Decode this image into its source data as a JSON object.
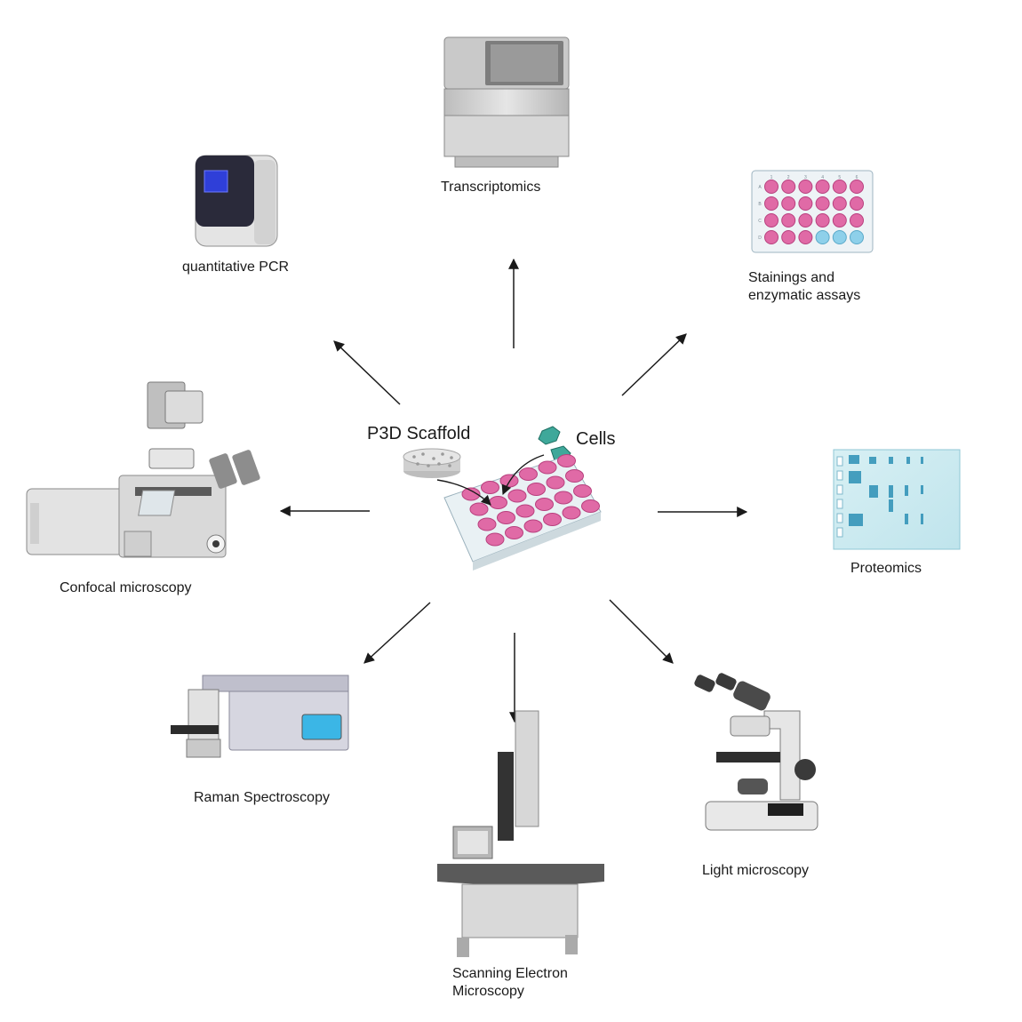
{
  "center": {
    "scaffold_label": "P3D Scaffold",
    "cells_label": "Cells"
  },
  "methods": [
    {
      "id": "transcriptomics",
      "label": "Transcriptomics"
    },
    {
      "id": "qpcr",
      "label": "quantitative PCR"
    },
    {
      "id": "stainings",
      "line1": "Stainings and",
      "line2": "enzymatic assays"
    },
    {
      "id": "confocal",
      "label": "Confocal microscopy"
    },
    {
      "id": "proteomics",
      "label": "Proteomics"
    },
    {
      "id": "raman",
      "label": "Raman Spectroscopy"
    },
    {
      "id": "sem",
      "line1": "Scanning Electron",
      "line2": "Microscopy"
    },
    {
      "id": "light",
      "label": "Light microscopy"
    }
  ],
  "plate_labels": {
    "columns": [
      "1",
      "2",
      "3",
      "4",
      "5",
      "6"
    ],
    "rows": [
      "A",
      "B",
      "C",
      "D"
    ]
  },
  "colors": {
    "well_pink": "#e06aa6",
    "well_blue": "#8ed0ea",
    "arrow": "#1a1a1a",
    "device_gray": "#cfcfcf",
    "gel_blue": "#2b8fb5"
  }
}
